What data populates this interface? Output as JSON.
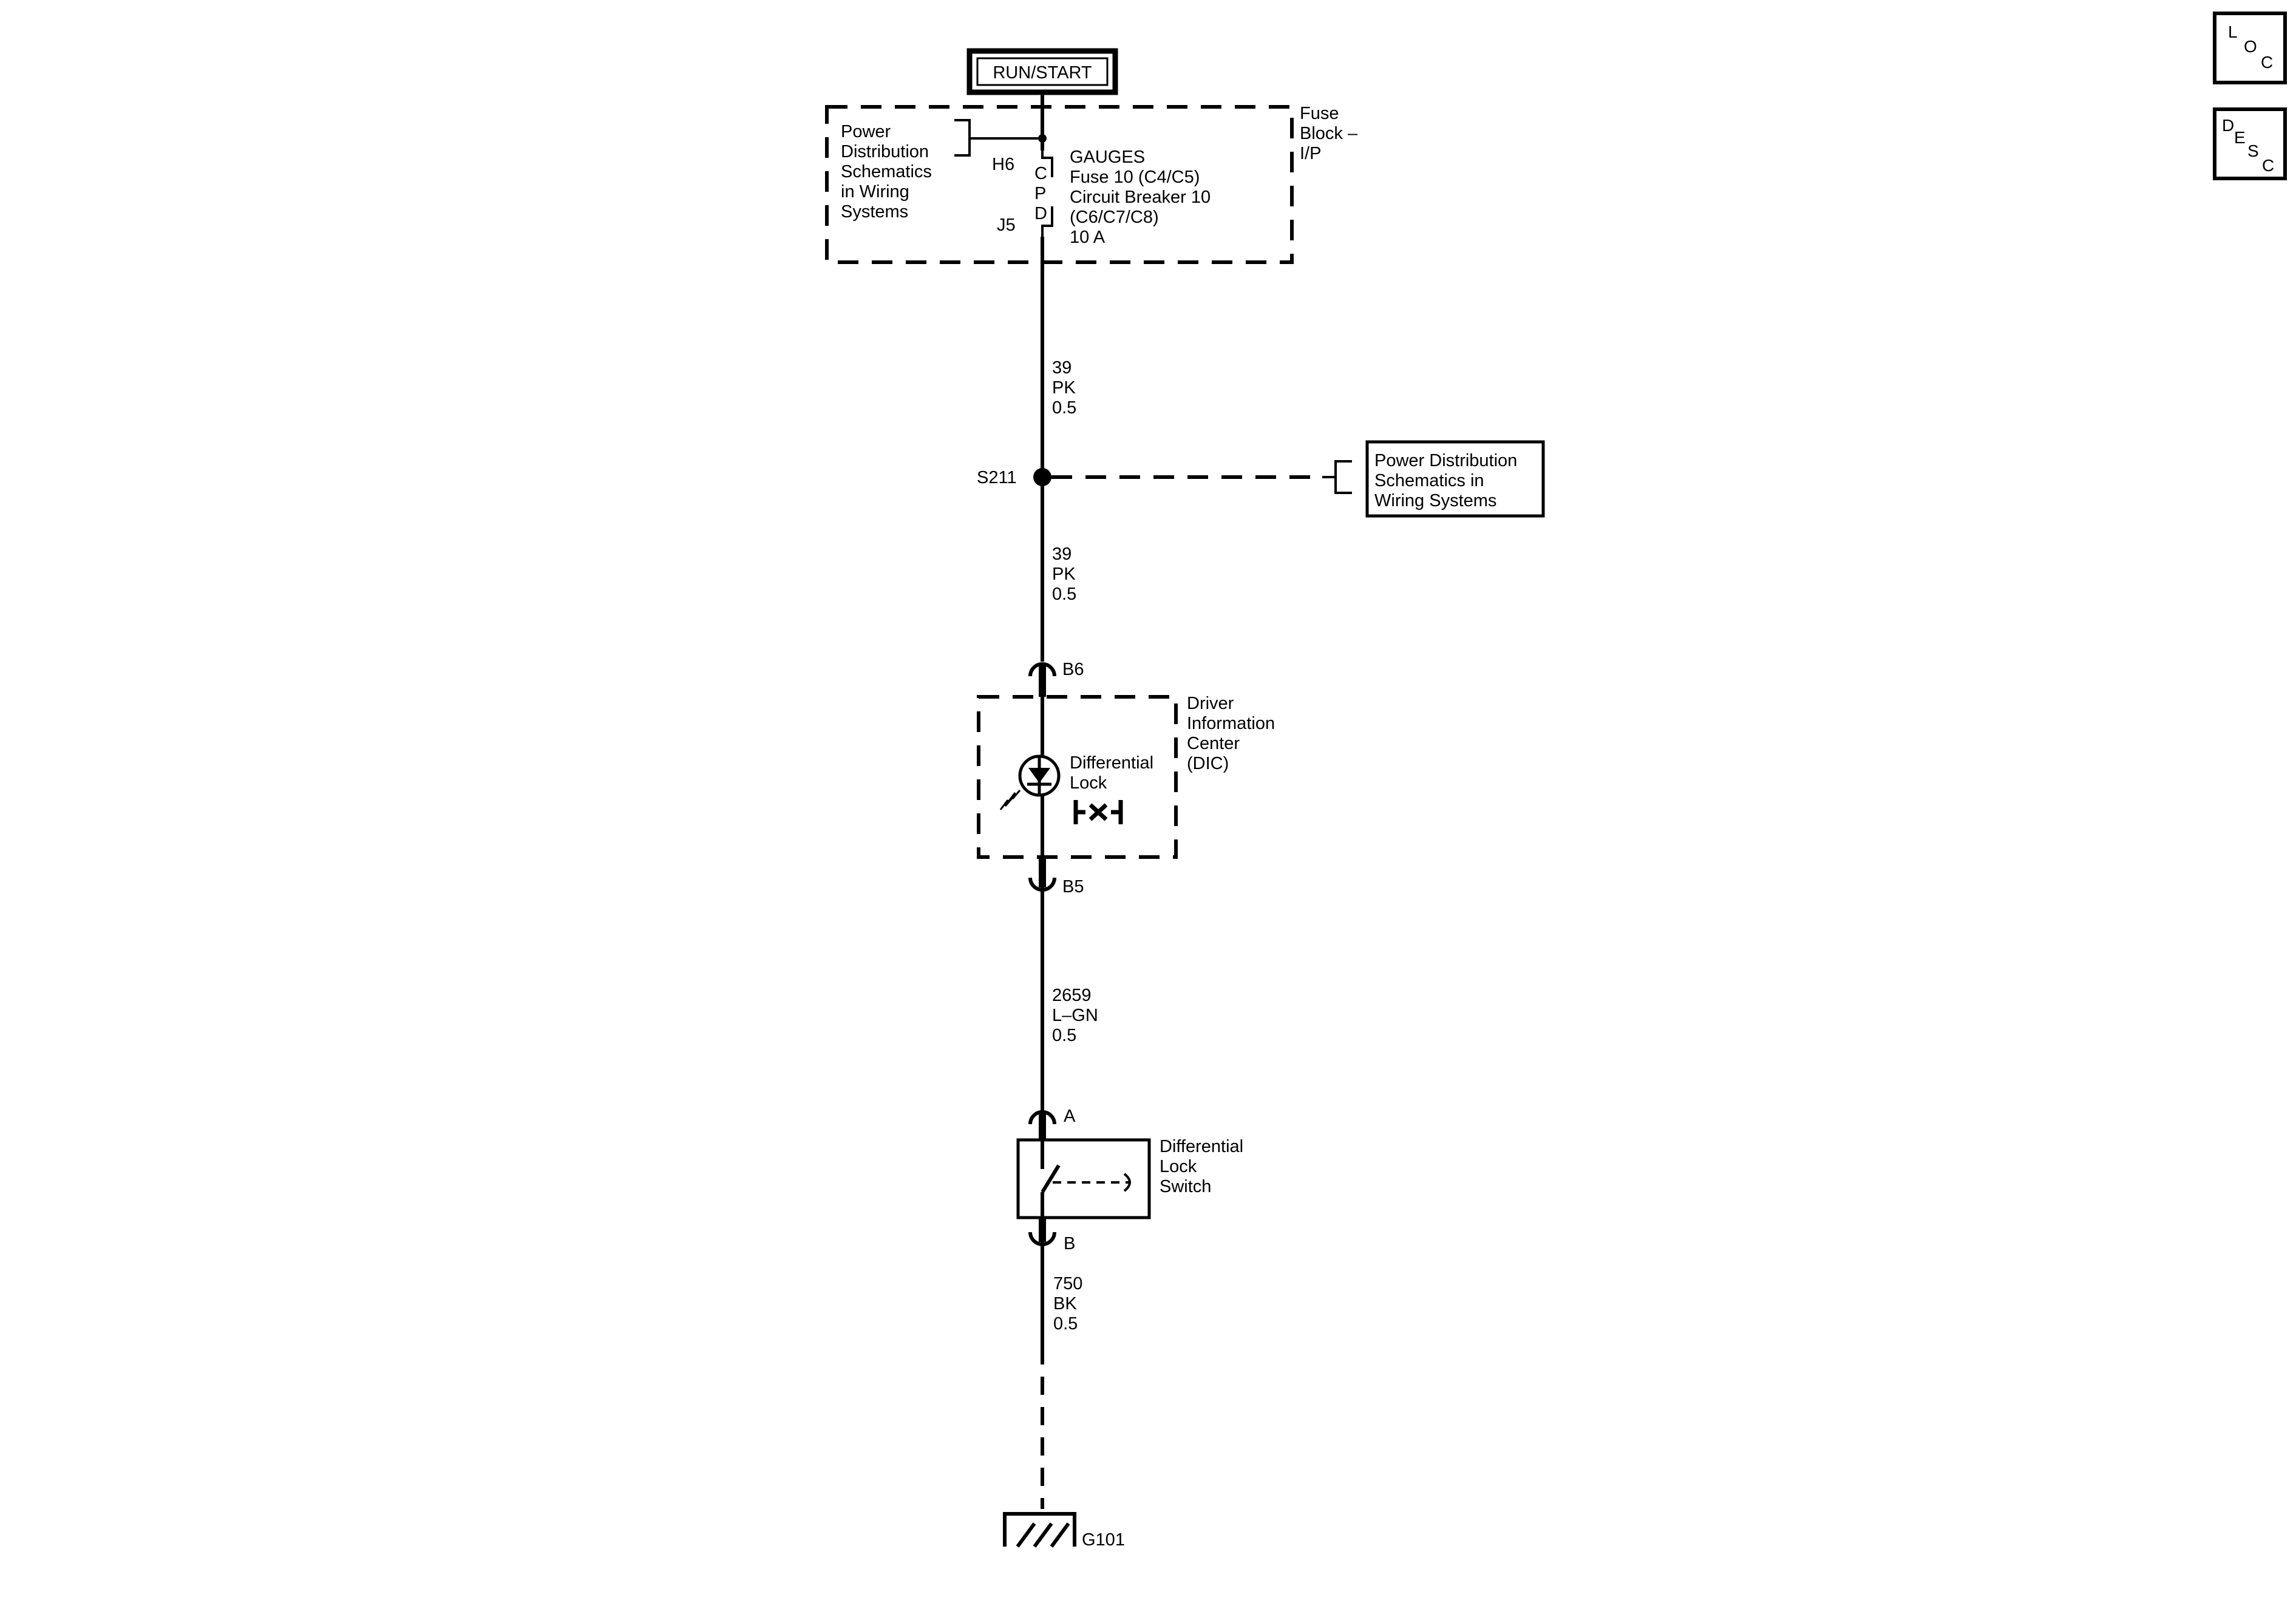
{
  "source": {
    "label": "RUN/START"
  },
  "fuse_block": {
    "name_lines": [
      "Fuse",
      "Block –",
      "I/P"
    ],
    "ref_lines": [
      "Power",
      "Distribution",
      "Schematics",
      "in Wiring",
      "Systems"
    ],
    "pin_top": "H6",
    "pin_bottom": "J5",
    "cpd_letters": [
      "C",
      "P",
      "D"
    ],
    "fuse_lines": [
      "GAUGES",
      "Fuse 10 (C4/C5)",
      "Circuit Breaker 10",
      "(C6/C7/C8)",
      "10 A"
    ]
  },
  "wires": [
    {
      "circuit": "39",
      "color": "PK",
      "size": "0.5"
    },
    {
      "circuit": "39",
      "color": "PK",
      "size": "0.5"
    },
    {
      "circuit": "2659",
      "color": "L–GN",
      "size": "0.5"
    },
    {
      "circuit": "750",
      "color": "BK",
      "size": "0.5"
    }
  ],
  "splice": {
    "label": "S211",
    "ref_lines": [
      "Power Distribution",
      "Schematics in",
      "Wiring  Systems"
    ]
  },
  "dic": {
    "pin_top": "B6",
    "pin_bottom": "B5",
    "name_lines": [
      "Driver",
      "Information",
      "Center",
      "(DIC)"
    ],
    "indicator_lines": [
      "Differential",
      "Lock"
    ]
  },
  "switch": {
    "pin_top": "A",
    "pin_bottom": "B",
    "name_lines": [
      "Differential",
      "Lock",
      "Switch"
    ]
  },
  "ground": {
    "label": "G101"
  },
  "nav": {
    "loc": [
      "L",
      "O",
      "C"
    ],
    "desc": [
      "D",
      "E",
      "S",
      "C"
    ]
  }
}
